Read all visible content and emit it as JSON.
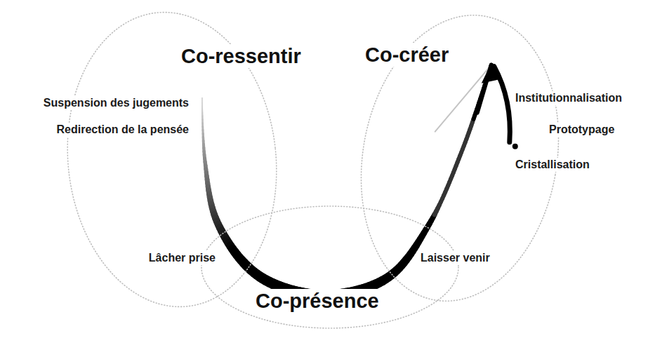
{
  "diagram": {
    "nodes": [
      {
        "text": [
          "Co-ressentir"
        ]
      },
      {
        "text": [
          "Co-créer"
        ]
      },
      {
        "text": [
          "Co-présence"
        ]
      }
    ],
    "edges": [
      {
        "from": 0,
        "to": 1,
        "arrow": "to"
      }
    ],
    "labels": [
      "Suspension des jugements",
      "Redirection de la pensée",
      "Lâcher prise",
      "Laisser venir",
      "Institutionnalisation",
      "Prototypage",
      "Cristallisation"
    ]
  }
}
